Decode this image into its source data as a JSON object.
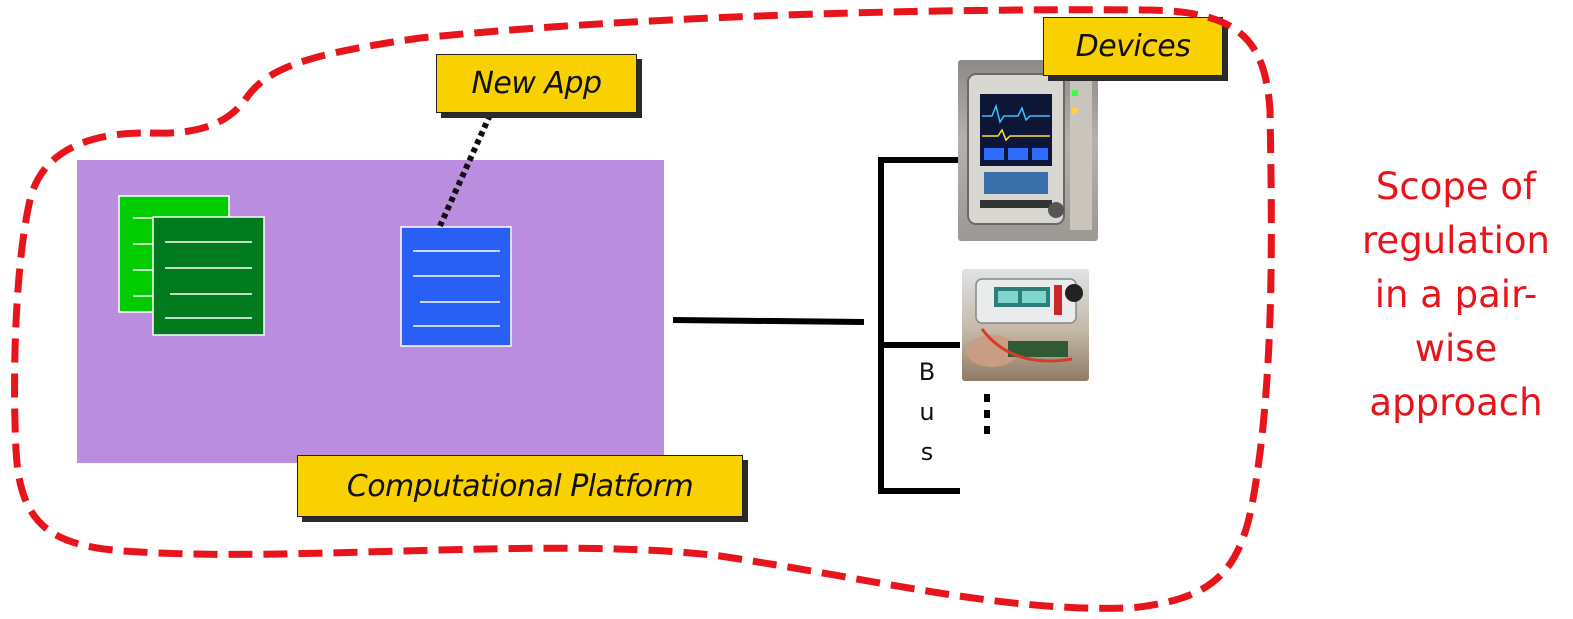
{
  "labels": {
    "new_app": "New App",
    "devices": "Devices",
    "platform": "Computational Platform"
  },
  "bus": {
    "letters": [
      "B",
      "u",
      "s"
    ]
  },
  "scope": {
    "lines": [
      "Scope of",
      "regulation",
      "in a pair-",
      "wise",
      "approach"
    ]
  },
  "colors": {
    "platform": "#bb8ddf",
    "label_fill": "#f9d100",
    "scope_outline": "#e8141b",
    "app_green_light": "#00cc00",
    "app_green_dark": "#007a1c",
    "app_blue": "#2a5ff5"
  }
}
